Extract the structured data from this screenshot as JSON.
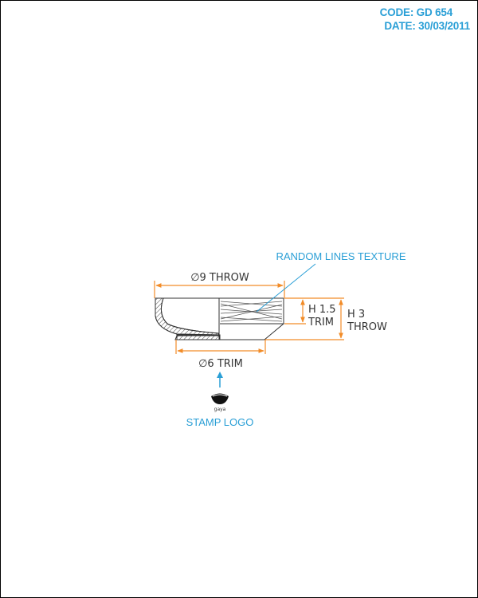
{
  "header": {
    "code": "CODE: GD 654",
    "date": "DATE: 30/03/2011"
  },
  "drawing": {
    "top_diameter": "∅9 THROW",
    "bottom_diameter": "∅6 TRIM",
    "trim_height_line1": "H 1.5",
    "trim_height_line2": "TRIM",
    "throw_height_line1": "H 3",
    "throw_height_line2": "THROW",
    "texture_callout": "RANDOM LINES TEXTURE",
    "stamp_callout": "STAMP LOGO",
    "stamp_mark": "gaya"
  },
  "colors": {
    "dimension": "#f28c28",
    "callout": "#2a9fd6",
    "outline": "#333333"
  }
}
